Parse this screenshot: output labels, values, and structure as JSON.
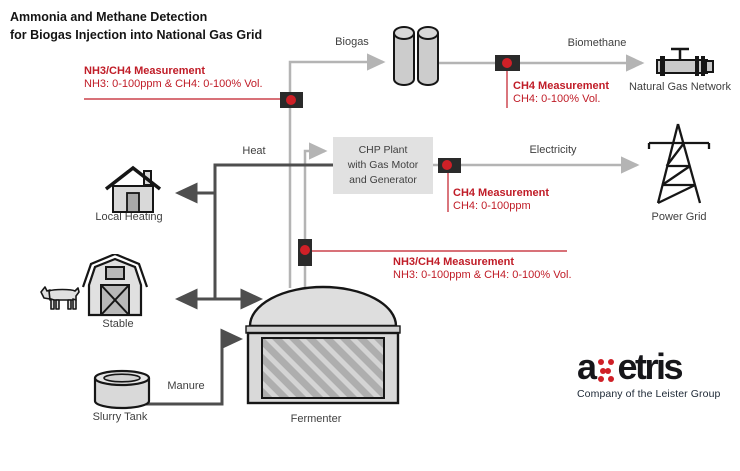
{
  "title": {
    "line1": "Ammonia and Methane Detection",
    "line2": "for Biogas Injection into National Gas Grid"
  },
  "flow_labels": {
    "biogas": "Biogas",
    "biomethane": "Biomethane",
    "natural_gas_network": "Natural Gas Network",
    "electricity": "Electricity",
    "power_grid": "Power Grid",
    "heat": "Heat",
    "local_heating": "Local Heating",
    "stable": "Stable",
    "manure": "Manure",
    "slurry_tank": "Slurry Tank",
    "fermenter": "Fermenter"
  },
  "chp_plant": {
    "line1": "CHP Plant",
    "line2": "with Gas Motor",
    "line3": "and Generator"
  },
  "measurements": {
    "biogas_raw": {
      "title": "NH3/CH4 Measurement",
      "range": "NH3: 0-100ppm & CH4: 0-100% Vol."
    },
    "biomethane": {
      "title": "CH4 Measurement",
      "range": "CH4: 0-100% Vol."
    },
    "chp_exhaust": {
      "title": "CH4 Measurement",
      "range": "CH4: 0-100ppm"
    },
    "chp_feed": {
      "title": "NH3/CH4 Measurement",
      "range": "NH3: 0-100ppm & CH4: 0-100% Vol."
    }
  },
  "logo": {
    "part1": "a",
    "part2": "etris",
    "tagline": "Company of the Leister Group"
  },
  "colors": {
    "accent_red": "#c01c27",
    "sensor_dot": "#cf2027",
    "sensor_body": "#2a2a2a",
    "gas_line": "#b4b4b4",
    "heat_line": "#4e4e4e"
  }
}
